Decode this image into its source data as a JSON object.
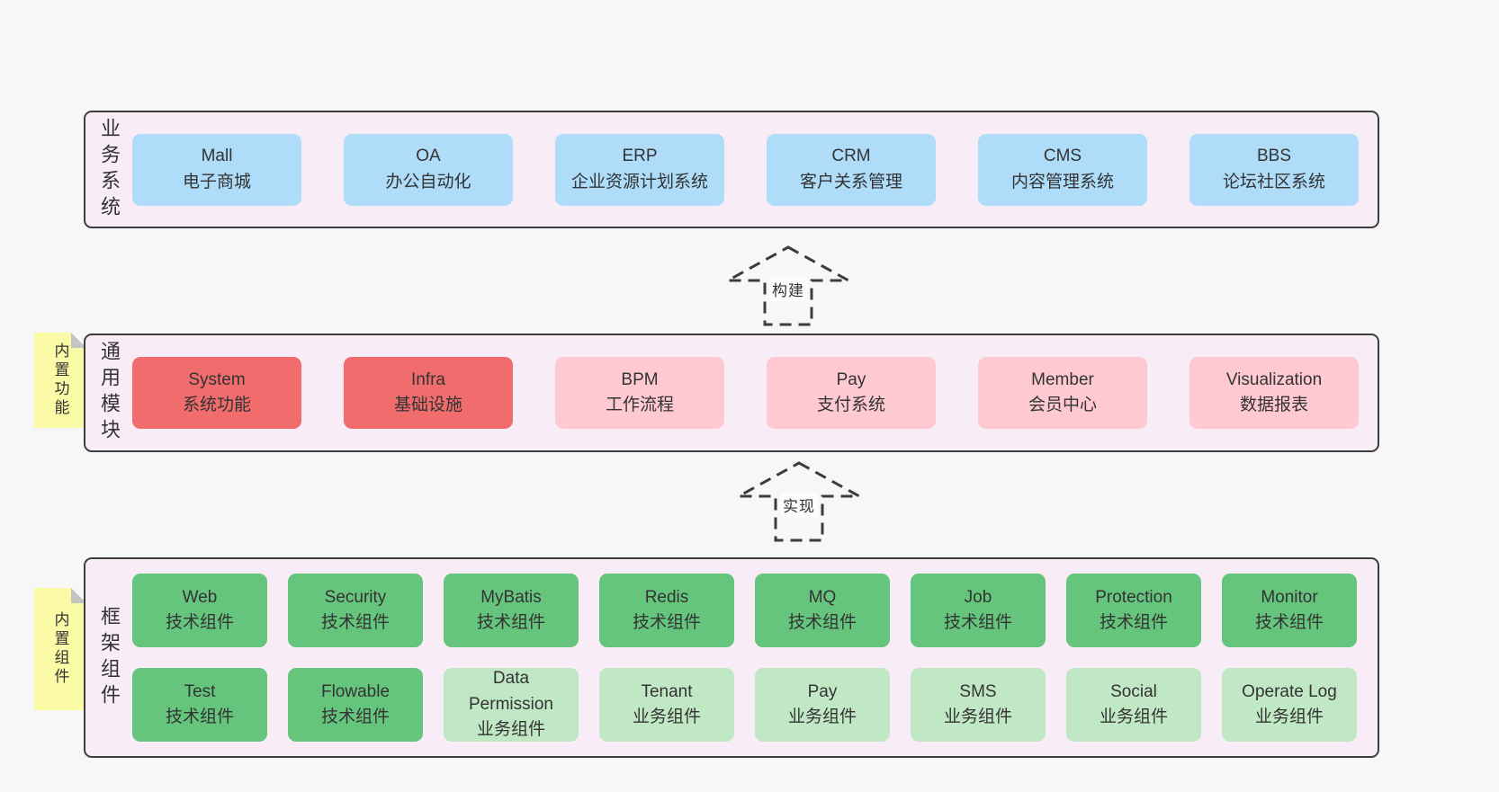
{
  "colors": {
    "page_bg": "#f7f7f7",
    "band_bg": "#f8edf6",
    "band_border": "#3d3d3d",
    "blue": "#aedcf9",
    "red": "#f16c6c",
    "pink": "#ffc9d1",
    "green_dark": "#65c57c",
    "green_light": "#c1e8c5",
    "note_yellow": "#fbfaa6",
    "text": "#333333"
  },
  "notes": [
    {
      "label": "内置功能"
    },
    {
      "label": "内置组件"
    }
  ],
  "arrows": [
    {
      "label": "构建"
    },
    {
      "label": "实现"
    }
  ],
  "sections": [
    {
      "label": "业务系统",
      "boxes": [
        {
          "name": "Mall",
          "desc": "电子商城",
          "variant": "blue"
        },
        {
          "name": "OA",
          "desc": "办公自动化",
          "variant": "blue"
        },
        {
          "name": "ERP",
          "desc": "企业资源计划系统",
          "variant": "blue"
        },
        {
          "name": "CRM",
          "desc": "客户关系管理",
          "variant": "blue"
        },
        {
          "name": "CMS",
          "desc": "内容管理系统",
          "variant": "blue"
        },
        {
          "name": "BBS",
          "desc": "论坛社区系统",
          "variant": "blue"
        }
      ]
    },
    {
      "label": "通用模块",
      "boxes": [
        {
          "name": "System",
          "desc": "系统功能",
          "variant": "red"
        },
        {
          "name": "Infra",
          "desc": "基础设施",
          "variant": "red"
        },
        {
          "name": "BPM",
          "desc": "工作流程",
          "variant": "pink"
        },
        {
          "name": "Pay",
          "desc": "支付系统",
          "variant": "pink"
        },
        {
          "name": "Member",
          "desc": "会员中心",
          "variant": "pink"
        },
        {
          "name": "Visualization",
          "desc": "数据报表",
          "variant": "pink"
        }
      ]
    },
    {
      "label": "框架组件",
      "rows": [
        [
          {
            "name": "Web",
            "desc": "技术组件",
            "variant": "green-dark"
          },
          {
            "name": "Security",
            "desc": "技术组件",
            "variant": "green-dark"
          },
          {
            "name": "MyBatis",
            "desc": "技术组件",
            "variant": "green-dark"
          },
          {
            "name": "Redis",
            "desc": "技术组件",
            "variant": "green-dark"
          },
          {
            "name": "MQ",
            "desc": "技术组件",
            "variant": "green-dark"
          },
          {
            "name": "Job",
            "desc": "技术组件",
            "variant": "green-dark"
          },
          {
            "name": "Protection",
            "desc": "技术组件",
            "variant": "green-dark"
          },
          {
            "name": "Monitor",
            "desc": "技术组件",
            "variant": "green-dark"
          }
        ],
        [
          {
            "name": "Test",
            "desc": "技术组件",
            "variant": "green-dark"
          },
          {
            "name": "Flowable",
            "desc": "技术组件",
            "variant": "green-dark"
          },
          {
            "name": "Data Permission",
            "desc": "业务组件",
            "variant": "green-light"
          },
          {
            "name": "Tenant",
            "desc": "业务组件",
            "variant": "green-light"
          },
          {
            "name": "Pay",
            "desc": "业务组件",
            "variant": "green-light"
          },
          {
            "name": "SMS",
            "desc": "业务组件",
            "variant": "green-light"
          },
          {
            "name": "Social",
            "desc": "业务组件",
            "variant": "green-light"
          },
          {
            "name": "Operate Log",
            "desc": "业务组件",
            "variant": "green-light"
          }
        ]
      ]
    }
  ]
}
